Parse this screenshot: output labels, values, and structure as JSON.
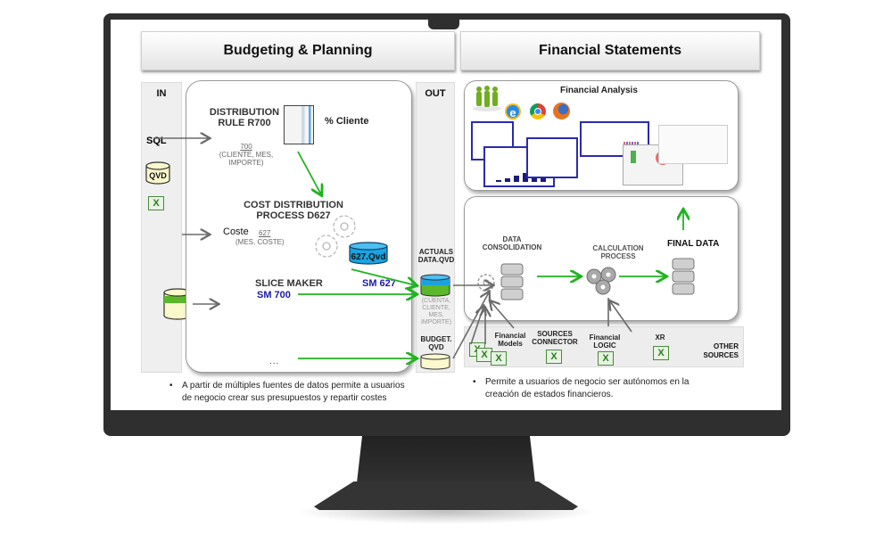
{
  "left_section": {
    "title": "Budgeting & Planning",
    "in_label": "IN",
    "out_label": "OUT",
    "inputs": {
      "sql": "SQL",
      "qvd": "QVD",
      "excel_icon": "excel-icon"
    },
    "distribution_rule": {
      "title_line1": "DISTRIBUTION",
      "title_line2": "RULE R700",
      "code": "700",
      "fields_line1": "(CLIENTE, MES,",
      "fields_line2": "IMPORTE)",
      "result_label": "% Cliente"
    },
    "cost_distribution": {
      "title_line1": "COST DISTRIBUTION",
      "title_line2": "PROCESS D627",
      "input_label": "Coste",
      "code": "627",
      "fields": "(MES, COSTE)",
      "output_qvd": "627.Qvd"
    },
    "slice_maker": {
      "title": "SLICE MAKER",
      "sm700": "SM 700",
      "sm627": "SM 627",
      "ellipsis": "..."
    },
    "outputs": {
      "actuals_line1": "ACTUALS",
      "actuals_line2": "DATA.QVD",
      "actuals_fields": [
        "(CUENTA,",
        "CLIENTE,",
        "MES,",
        "IMPORTE)"
      ],
      "budget_line1": "BUDGET.",
      "budget_line2": "QVD"
    },
    "bullet": [
      "A partir de múltiples  fuentes de datos permite a usuarios",
      "de negocio crear sus presupuestos y repartir costes"
    ]
  },
  "right_section": {
    "title": "Financial Statements",
    "financial_analysis": {
      "title": "Financial Analysis",
      "browsers": [
        "internet-explorer",
        "chrome",
        "firefox"
      ]
    },
    "process": {
      "data_consolidation_line1": "DATA",
      "data_consolidation_line2": "CONSOLIDATION",
      "calculation_line1": "CALCULATION",
      "calculation_line2": "PROCESS",
      "final_data": "FINAL DATA"
    },
    "sources": {
      "financial_models_line1": "Financial",
      "financial_models_line2": "Models",
      "sources_connector_line1": "SOURCES",
      "sources_connector_line2": "CONNECTOR",
      "financial_logic_line1": "Financial",
      "financial_logic_line2": "LOGIC",
      "xr": "XR",
      "other_line1": "OTHER",
      "other_line2": "SOURCES"
    },
    "bullet": [
      "Permite a usuarios de negocio ser autónomos en la",
      "creación de estados financieros."
    ]
  },
  "colors": {
    "green_arrow": "#1fb31f",
    "gray_arrow": "#6b6b6b",
    "blue_qvd": "#1aa3e0",
    "green_qvd": "#5cb82a",
    "cream_qvd": "#fbf8cc",
    "slice_blue": "#1a1aa8"
  }
}
